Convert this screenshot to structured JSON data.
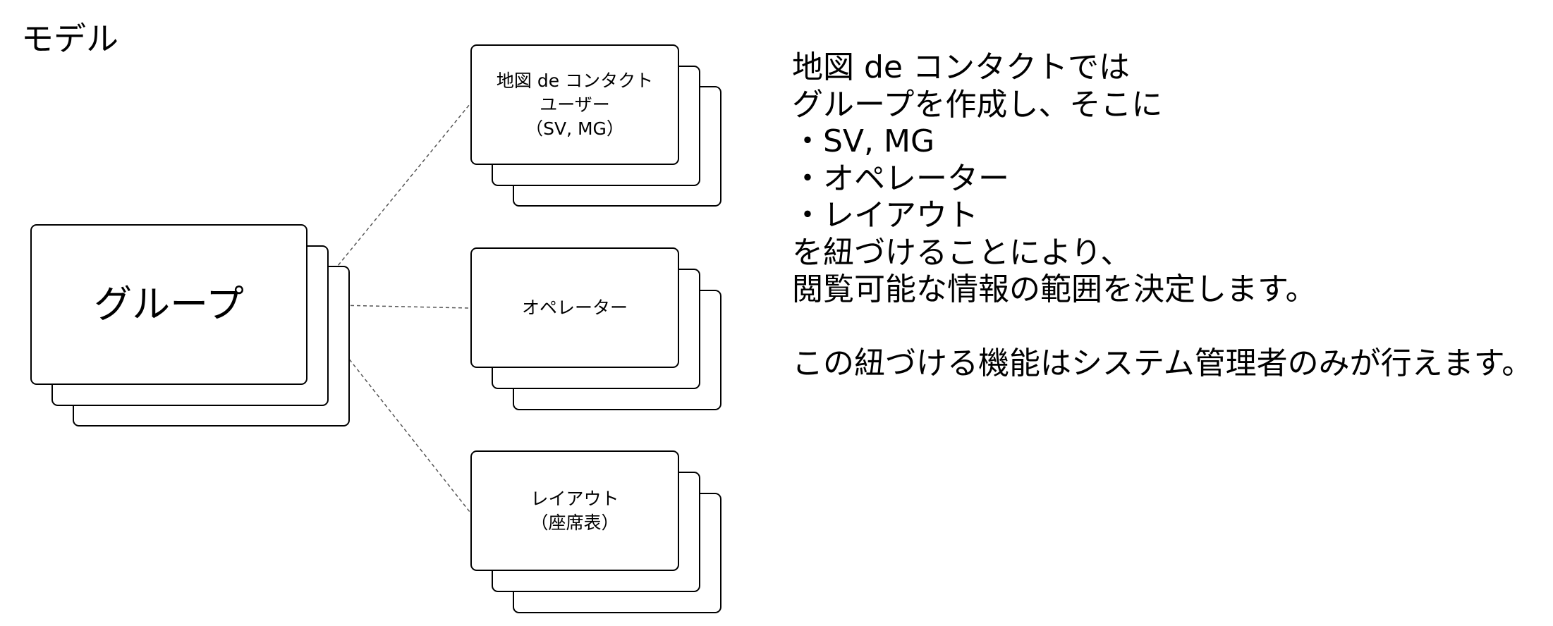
{
  "title": "モデル",
  "group": {
    "label": "グループ"
  },
  "entities": [
    {
      "lines": [
        "地図 de コンタクト",
        "ユーザー",
        "（SV, MG）"
      ]
    },
    {
      "lines": [
        "オペレーター"
      ]
    },
    {
      "lines": [
        "レイアウト",
        "（座席表）"
      ]
    }
  ],
  "description": {
    "lines": [
      "地図 de コンタクトでは",
      "グループを作成し、そこに",
      "・SV, MG",
      "・オペレーター",
      "・レイアウト",
      "を紐づけることにより、",
      "閲覧可能な情報の範囲を決定します。"
    ],
    "note": "この紐づける機能はシステム管理者のみが行えます。"
  },
  "colors": {
    "stroke": "#000000",
    "connector": "#555555",
    "background": "#ffffff"
  }
}
